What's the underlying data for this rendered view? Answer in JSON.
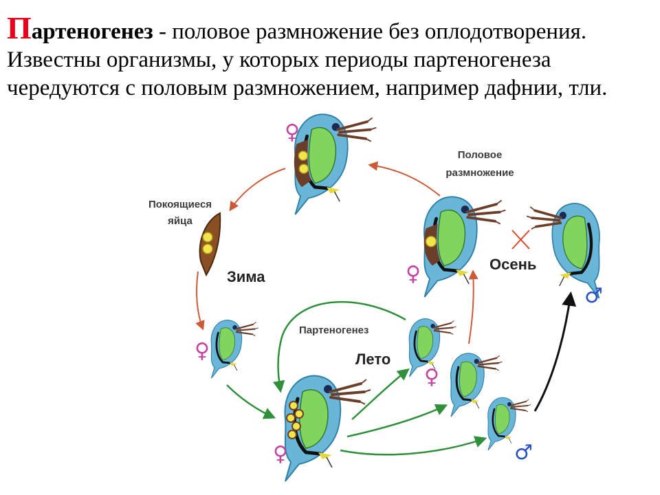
{
  "intro": {
    "first_letter": "П",
    "term_rest": "артеногенез",
    "dash": " - ",
    "text": " половое размножение без оплодотворения. Известны организмы, у которых периоды партеногенеза чередуются с половым размножением, например дафнии, тли."
  },
  "labels": {
    "sexual_reproduction_line1": "Половое",
    "sexual_reproduction_line2": "размножение",
    "resting_eggs_line1": "Покоящиеся",
    "resting_eggs_line2": "яйца",
    "winter": "Зима",
    "autumn": "Осень",
    "summer": "Лето",
    "parthenogenesis": "Партеногенез"
  },
  "symbols": {
    "female": "♀",
    "male": "♂"
  },
  "colors": {
    "female_symbol": "#c2449e",
    "male_symbol": "#2a4fc4",
    "title_first_letter": "#e8001c",
    "arrow_red": "#cc5a37",
    "arrow_green": "#2f8f3a",
    "arrow_black": "#111111",
    "body_blue": "#69b6d8",
    "body_green": "#82d45e",
    "egg_yellow": "#f0e64a",
    "cross_red": "#d94a2a"
  }
}
